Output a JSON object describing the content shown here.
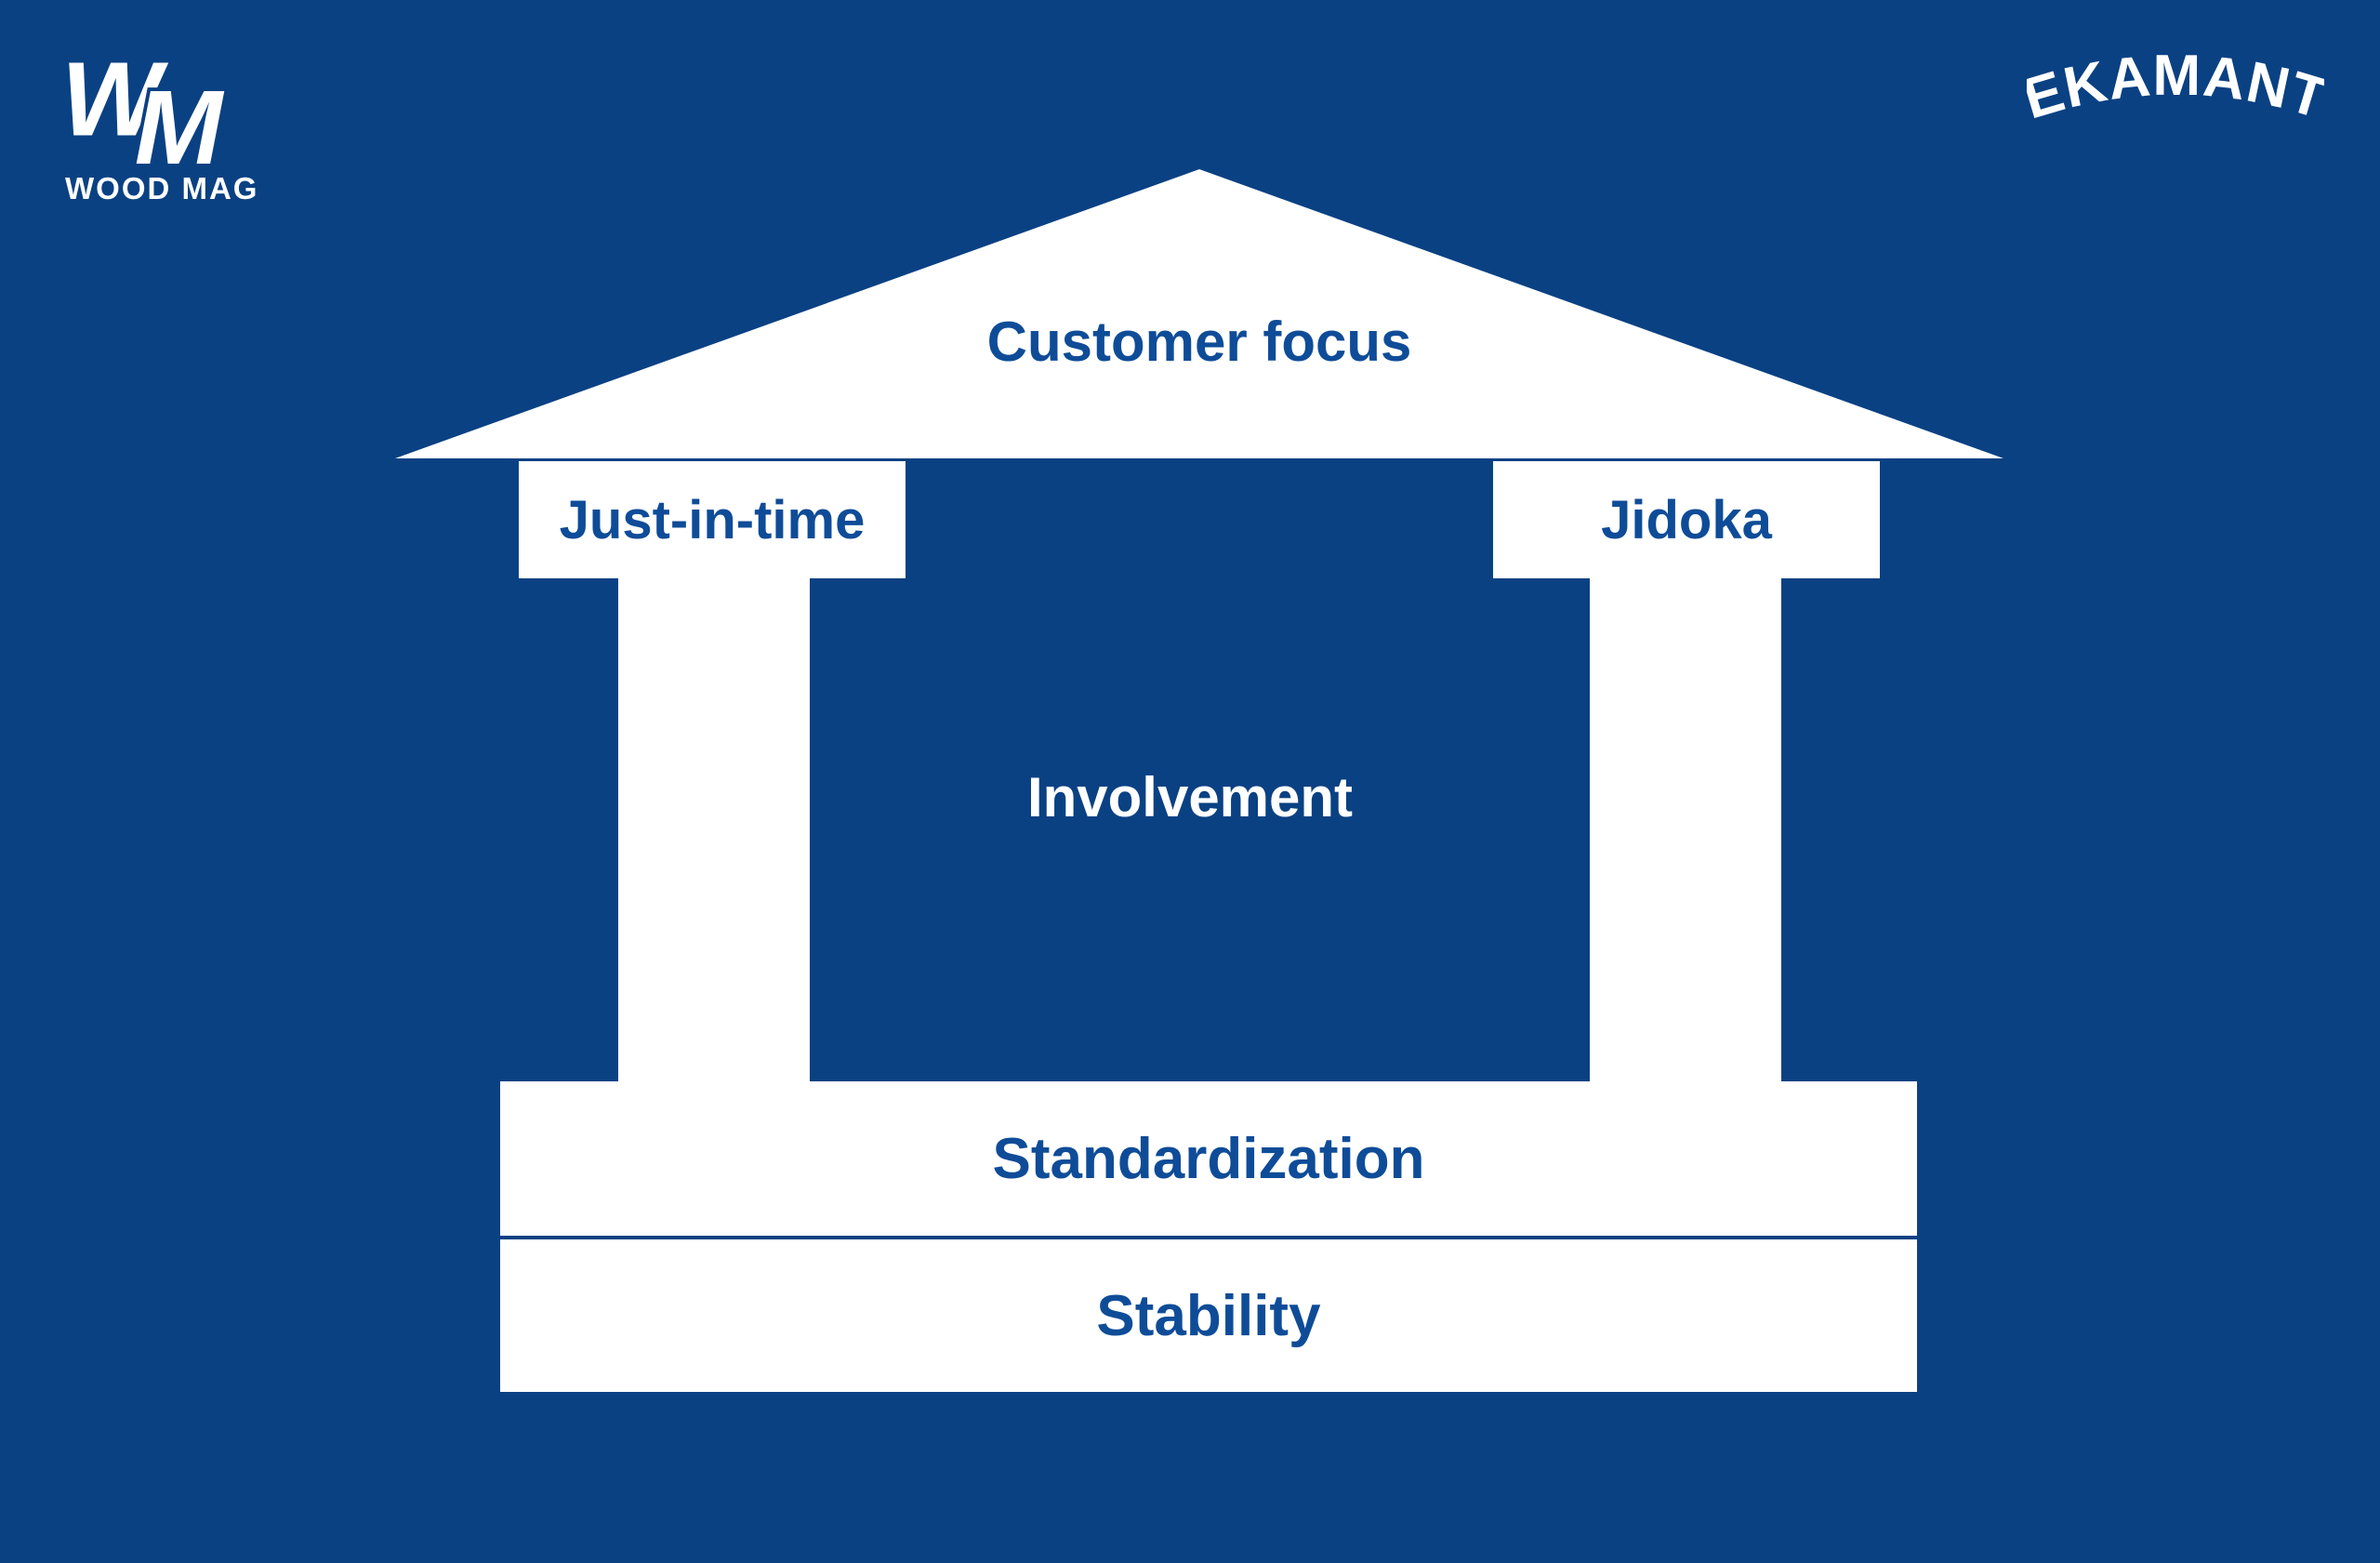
{
  "theme": {
    "background": "#0a4183",
    "shape_white": "#ffffff",
    "text_blue": "#0f4c98",
    "text_white": "#ffffff"
  },
  "logos": {
    "wood_mag": {
      "monogram_w": "W",
      "monogram_m": "M",
      "label": "WOOD MAG"
    },
    "ekamant": {
      "label": "EKAMANT"
    }
  },
  "diagram": {
    "roof_label": "Customer focus",
    "left_pillar_label": "Just-in-time",
    "right_pillar_label": "Jidoka",
    "center_label": "Involvement",
    "base_layers": [
      {
        "label": "Standardization"
      },
      {
        "label": "Stability"
      }
    ]
  }
}
